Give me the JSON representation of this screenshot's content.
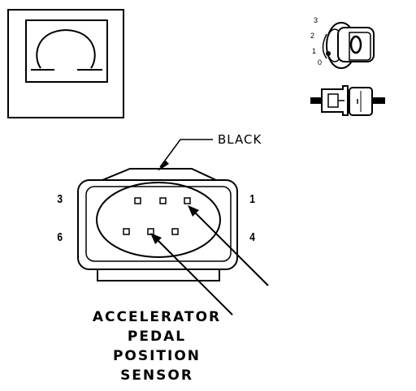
{
  "connector": {
    "color_label": "BLACK",
    "pin_labels": {
      "top_left": "3",
      "bottom_left": "6",
      "top_right": "1",
      "bottom_right": "4"
    },
    "title_lines": [
      "ACCELERATOR",
      "PEDAL",
      "POSITION",
      "SENSOR"
    ]
  },
  "ignition_key": {
    "positions": [
      "3",
      "2",
      "1",
      "0"
    ]
  },
  "symbols": {
    "ohmmeter": "omega-symbol-icon",
    "key": "ignition-key-icon",
    "disconnect": "connector-disconnect-icon"
  },
  "colors": {
    "ink": "#000000",
    "background": "#ffffff"
  }
}
